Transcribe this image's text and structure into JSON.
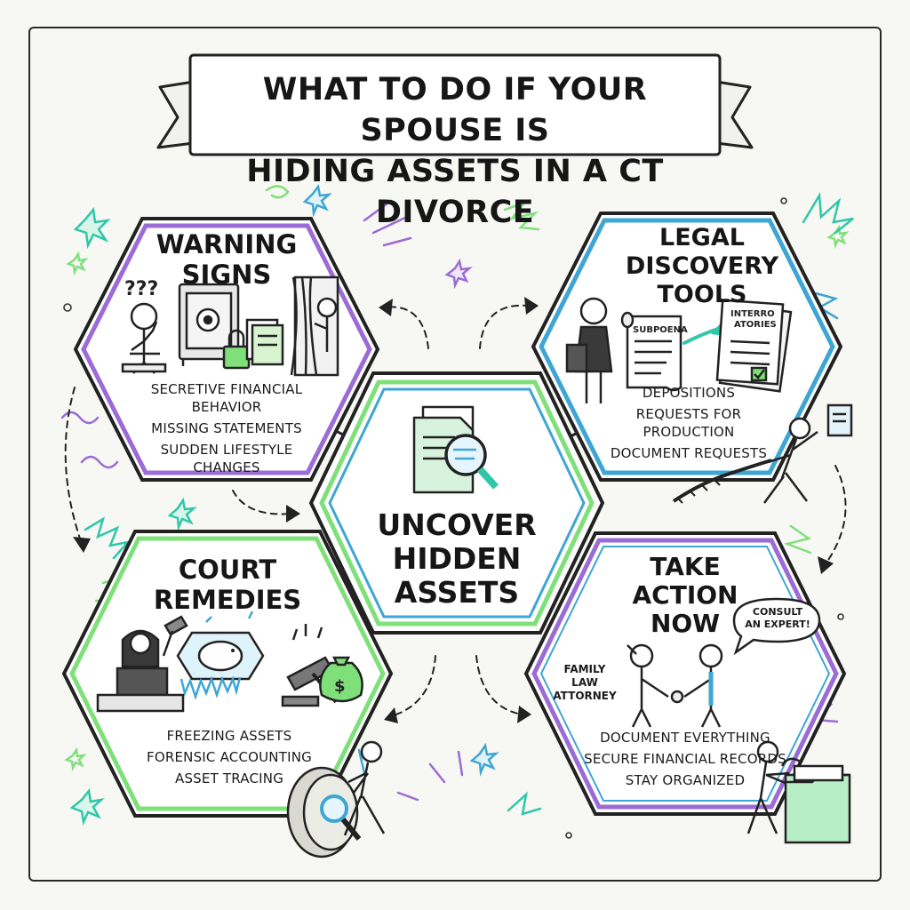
{
  "title": {
    "line1": "WHAT TO DO IF YOUR SPOUSE IS",
    "line2": "HIDING ASSETS IN A CT DIVORCE"
  },
  "center": {
    "line1": "UNCOVER",
    "line2": "HIDDEN",
    "line3": "ASSETS"
  },
  "warning": {
    "title1": "WARNING",
    "title2": "SIGNS",
    "question_marks": "???",
    "items": [
      "SECRETIVE FINANCIAL BEHAVIOR",
      "MISSING STATEMENTS",
      "SUDDEN LIFESTYLE CHANGES"
    ]
  },
  "legal": {
    "title1": "LEGAL",
    "title2": "DISCOVERY",
    "title3": "TOOLS",
    "doc1_label": "SUBPOENA",
    "doc2_line1": "INTERRO",
    "doc2_line2": "ATORIES",
    "items": [
      "DEPOSITIONS",
      "REQUESTS FOR PRODUCTION",
      "DOCUMENT REQUESTS"
    ]
  },
  "court": {
    "title1": "COURT",
    "title2": "REMEDIES",
    "money_symbol": "$",
    "items": [
      "FREEZING ASSETS",
      "FORENSIC ACCOUNTING",
      "ASSET TRACING"
    ]
  },
  "action": {
    "title1": "TAKE",
    "title2": "ACTION",
    "title3": "NOW",
    "bubble_line1": "CONSULT",
    "bubble_line2": "AN EXPERT!",
    "attorney_line1": "FAMILY",
    "attorney_line2": "LAW",
    "attorney_line3": "ATTORNEY",
    "items": [
      "DOCUMENT EVERYTHING",
      "SECURE FINANCIAL RECORDS",
      "STAY ORGANIZED"
    ]
  },
  "colors": {
    "purple": "#9b6bd6",
    "blue": "#3ea6d4",
    "green": "#7fe07a",
    "teal": "#2fc7a8",
    "ink": "#1e1e1e",
    "paper": "#f7f7f4"
  }
}
